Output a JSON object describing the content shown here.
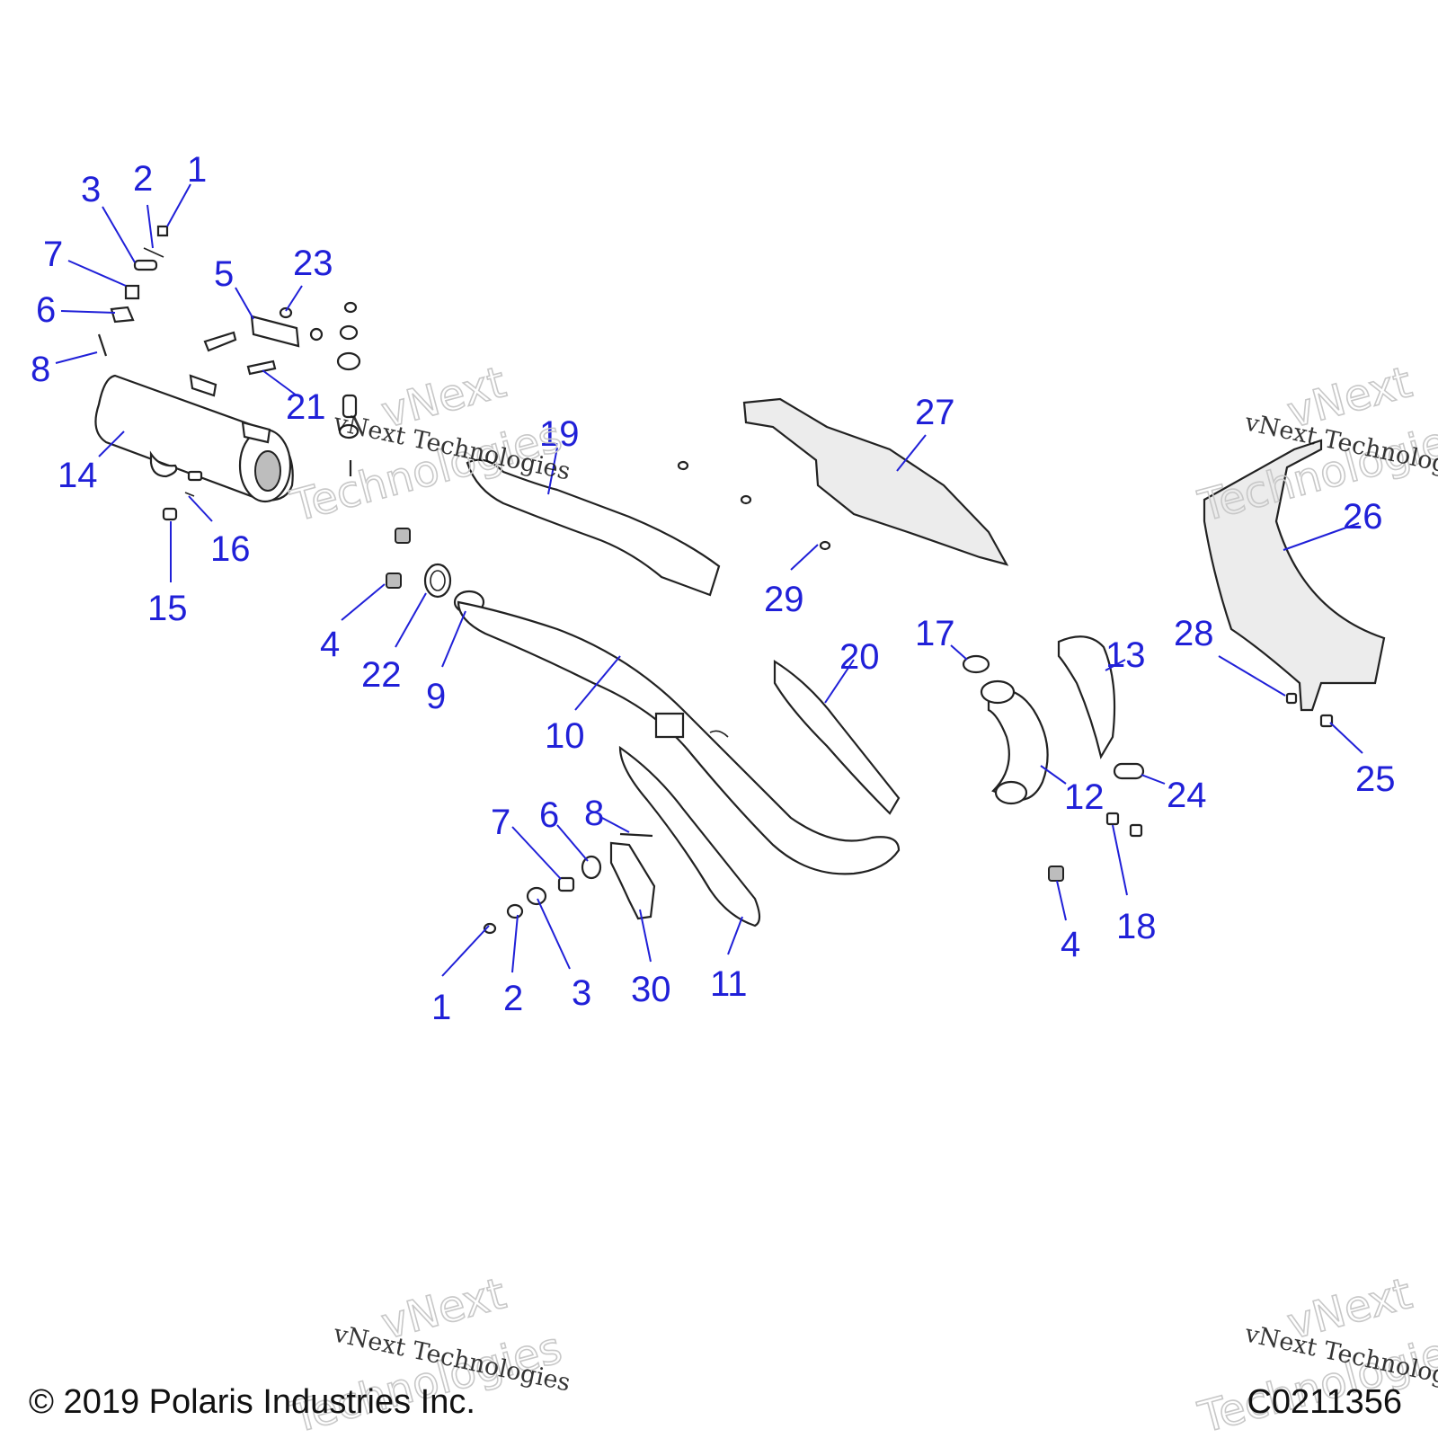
{
  "callouts": [
    {
      "id": "1",
      "label": "1"
    },
    {
      "id": "2",
      "label": "2"
    },
    {
      "id": "3",
      "label": "3"
    },
    {
      "id": "7",
      "label": "7"
    },
    {
      "id": "6",
      "label": "6"
    },
    {
      "id": "8",
      "label": "8"
    },
    {
      "id": "5",
      "label": "5"
    },
    {
      "id": "23",
      "label": "23"
    },
    {
      "id": "21",
      "label": "21"
    },
    {
      "id": "14",
      "label": "14"
    },
    {
      "id": "16",
      "label": "16"
    },
    {
      "id": "15",
      "label": "15"
    },
    {
      "id": "19",
      "label": "19"
    },
    {
      "id": "27",
      "label": "27"
    },
    {
      "id": "26",
      "label": "26"
    },
    {
      "id": "29",
      "label": "29"
    },
    {
      "id": "4",
      "label": "4"
    },
    {
      "id": "22",
      "label": "22"
    },
    {
      "id": "9",
      "label": "9"
    },
    {
      "id": "10",
      "label": "10"
    },
    {
      "id": "20",
      "label": "20"
    },
    {
      "id": "17",
      "label": "17"
    },
    {
      "id": "13",
      "label": "13"
    },
    {
      "id": "28",
      "label": "28"
    },
    {
      "id": "12",
      "label": "12"
    },
    {
      "id": "24",
      "label": "24"
    },
    {
      "id": "25",
      "label": "25"
    },
    {
      "id": "7b",
      "label": "7"
    },
    {
      "id": "6b",
      "label": "6"
    },
    {
      "id": "8b",
      "label": "8"
    },
    {
      "id": "1b",
      "label": "1"
    },
    {
      "id": "2b",
      "label": "2"
    },
    {
      "id": "3b",
      "label": "3"
    },
    {
      "id": "30",
      "label": "30"
    },
    {
      "id": "11",
      "label": "11"
    },
    {
      "id": "4b",
      "label": "4"
    },
    {
      "id": "18",
      "label": "18"
    }
  ],
  "watermark": {
    "line1": "vNext Technologies",
    "line2_a": "vNext",
    "line2_b": "Technologies"
  },
  "footer": {
    "copyright": "© 2019 Polaris Industries Inc.",
    "drawing_number": "C0211356"
  },
  "colors": {
    "callout": "#2020d8",
    "line_art": "#222222"
  }
}
